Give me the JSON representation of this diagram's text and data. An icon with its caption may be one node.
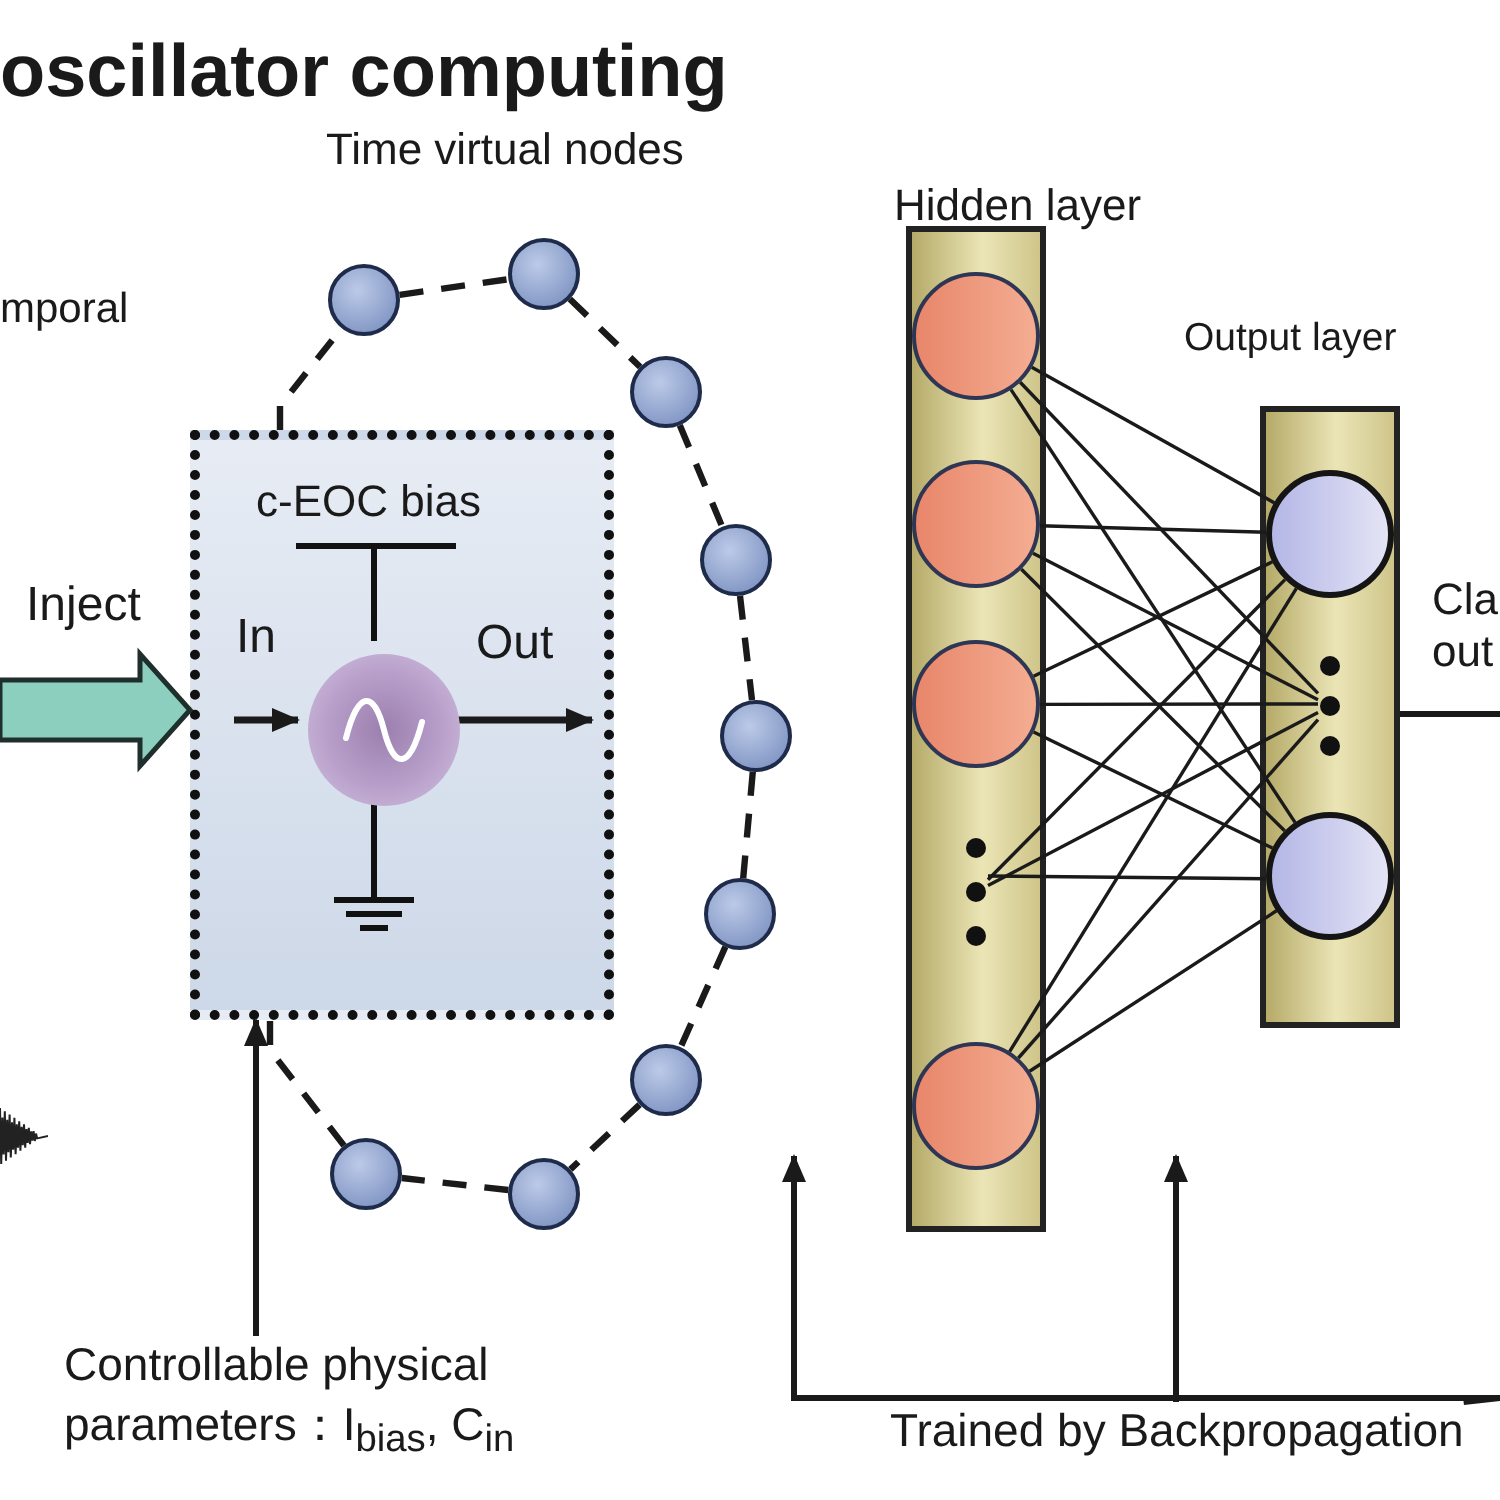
{
  "diagram": {
    "title": "oscillator computing",
    "nodes": [
      {
        "text": [],
        "shape": "box"
      },
      {
        "text": [],
        "shape": "circle",
        "in": 0
      },
      {
        "text": [],
        "shape": "circle"
      },
      {
        "text": [],
        "shape": "circle"
      },
      {
        "text": [],
        "shape": "circle"
      },
      {
        "text": [],
        "shape": "circle"
      },
      {
        "text": [],
        "shape": "circle"
      },
      {
        "text": [],
        "shape": "circle"
      },
      {
        "text": [],
        "shape": "circle"
      },
      {
        "text": [],
        "shape": "circle"
      },
      {
        "text": [],
        "shape": "circle"
      },
      {
        "text": [
          "Hidden layer"
        ]
      },
      {
        "text": [],
        "shape": "circle",
        "in": 11
      },
      {
        "text": [],
        "shape": "circle",
        "in": 11
      },
      {
        "text": [],
        "shape": "circle",
        "in": 11
      },
      {
        "text": [],
        "shape": "dots",
        "in": 11
      },
      {
        "text": [],
        "shape": "circle",
        "in": 11
      },
      {
        "text": [
          "Output layer"
        ]
      },
      {
        "text": [],
        "shape": "circle",
        "in": 17
      },
      {
        "text": [],
        "shape": "dots",
        "in": 17
      },
      {
        "text": [],
        "shape": "circle",
        "in": 17
      },
      {
        "text": [
          "Controllable physical parameters：I$_{bias}$, C$_{in}$"
        ]
      },
      {
        "text": [
          "Trained by Backpropagation"
        ]
      }
    ],
    "edges": [
      {
        "from": null,
        "to": 0,
        "arrow": "to",
        "label": "Inject",
        "style": "thick",
        "color": "#8ccfbf"
      },
      {
        "from": null,
        "to": 1,
        "arrow": "to",
        "label": "In"
      },
      {
        "from": 1,
        "to": null,
        "arrow": "to",
        "label": "Out"
      },
      {
        "from": 0,
        "to": 2,
        "arrow": "none",
        "style": "dashed"
      },
      {
        "from": 2,
        "to": 3,
        "arrow": "none",
        "style": "dashed"
      },
      {
        "from": 3,
        "to": 4,
        "arrow": "none",
        "style": "dashed"
      },
      {
        "from": 4,
        "to": 5,
        "arrow": "none",
        "style": "dashed"
      },
      {
        "from": 5,
        "to": 6,
        "arrow": "none",
        "style": "dashed"
      },
      {
        "from": 6,
        "to": 7,
        "arrow": "none",
        "style": "dashed"
      },
      {
        "from": 7,
        "to": 8,
        "arrow": "none",
        "style": "dashed"
      },
      {
        "from": 8,
        "to": 9,
        "arrow": "none",
        "style": "dashed"
      },
      {
        "from": 9,
        "to": 10,
        "arrow": "none",
        "style": "dashed"
      },
      {
        "from": 10,
        "to": 0,
        "arrow": "none",
        "style": "dashed"
      },
      {
        "from": 12,
        "to": 18,
        "arrow": "none"
      },
      {
        "from": 12,
        "to": 19,
        "arrow": "none"
      },
      {
        "from": 12,
        "to": 20,
        "arrow": "none"
      },
      {
        "from": 13,
        "to": 18,
        "arrow": "none"
      },
      {
        "from": 13,
        "to": 19,
        "arrow": "none"
      },
      {
        "from": 13,
        "to": 20,
        "arrow": "none"
      },
      {
        "from": 14,
        "to": 18,
        "arrow": "none"
      },
      {
        "from": 14,
        "to": 19,
        "arrow": "none"
      },
      {
        "from": 14,
        "to": 20,
        "arrow": "none"
      },
      {
        "from": 15,
        "to": 18,
        "arrow": "none"
      },
      {
        "from": 15,
        "to": 19,
        "arrow": "none"
      },
      {
        "from": 15,
        "to": 20,
        "arrow": "none"
      },
      {
        "from": 16,
        "to": 18,
        "arrow": "none"
      },
      {
        "from": 16,
        "to": 19,
        "arrow": "none"
      },
      {
        "from": 16,
        "to": 20,
        "arrow": "none"
      },
      {
        "from": 17,
        "to": null,
        "arrow": "none",
        "label": "Cla out"
      },
      {
        "from": 21,
        "to": 0,
        "arrow": "to"
      },
      {
        "from": 22,
        "to": null,
        "arrow": "to"
      },
      {
        "from": 22,
        "to": null,
        "arrow": "to"
      }
    ],
    "labels": [
      "Time virtual nodes",
      "mporal",
      "c-EOC bias"
    ]
  }
}
